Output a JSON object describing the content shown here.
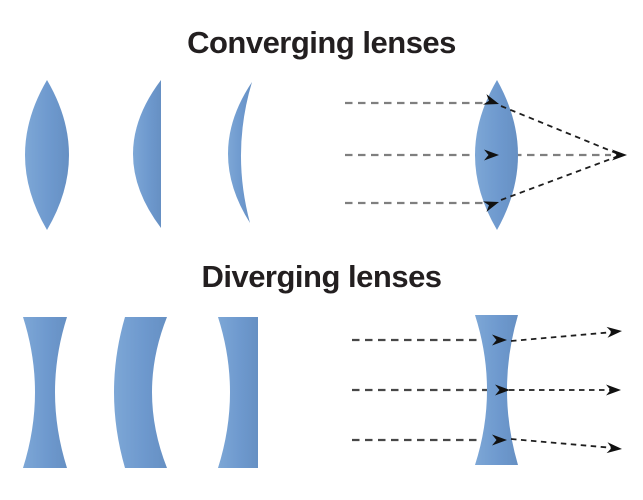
{
  "page": {
    "background": "#ffffff",
    "kind": "optics lens diagram"
  },
  "colors": {
    "title_text": "#231f20",
    "lens_fill": "#6E99CE",
    "lens_fill_light": "#7DA7D6",
    "lens_fill_dark": "#6690C3",
    "incoming_ray_converging": "#7f7f7f",
    "incoming_ray_diverging": "#474747",
    "exit_ray": "#1e1e1e",
    "arrowhead": "#111111"
  },
  "sections": [
    {
      "id": "converging",
      "title": "Converging lenses",
      "lenses": [
        {
          "type": "biconvex"
        },
        {
          "type": "plano-convex"
        },
        {
          "type": "converging-meniscus"
        }
      ],
      "ray_diagram": {
        "lens": "biconvex",
        "incoming_rays": 3,
        "behavior": "parallel rays converge to a focal point after the lens"
      }
    },
    {
      "id": "diverging",
      "title": "Diverging lenses",
      "lenses": [
        {
          "type": "biconcave"
        },
        {
          "type": "diverging-meniscus"
        },
        {
          "type": "plano-concave"
        }
      ],
      "ray_diagram": {
        "lens": "biconcave",
        "incoming_rays": 3,
        "behavior": "parallel rays spread apart after the lens"
      }
    }
  ]
}
